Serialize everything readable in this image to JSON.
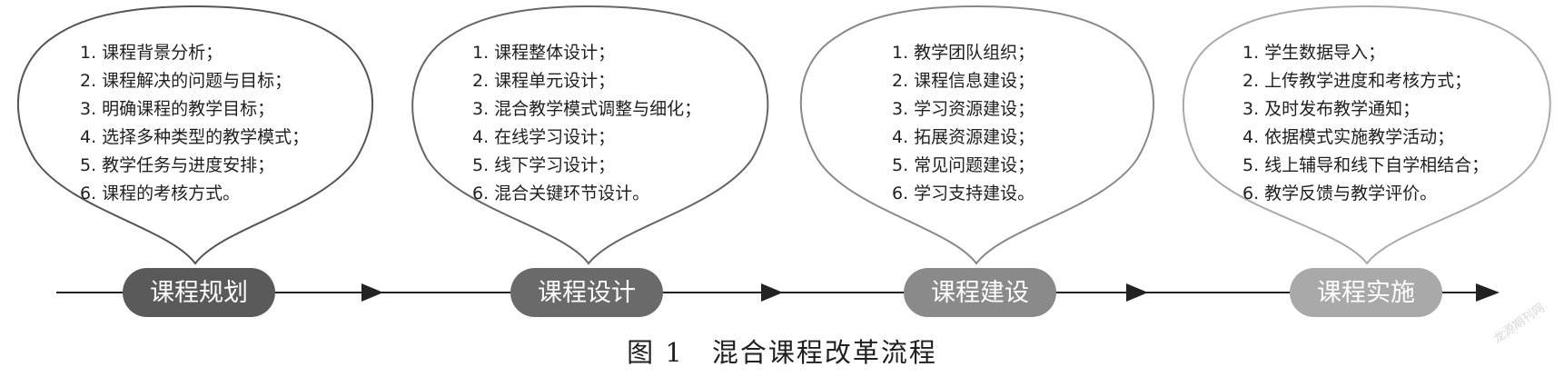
{
  "stages": [
    {
      "label": "课程规划",
      "color": "#5a5a5a",
      "items": [
        "1. 课程背景分析；",
        "2. 课程解决的问题与目标；",
        "3. 明确课程的教学目标；",
        "4. 选择多种类型的教学模式；",
        "5. 教学任务与进度安排；",
        "6. 课程的考核方式。"
      ]
    },
    {
      "label": "课程设计",
      "color": "#6a6a6a",
      "items": [
        "1. 课程整体设计；",
        "2. 课程单元设计；",
        "3. 混合教学模式调整与细化；",
        "4. 在线学习设计；",
        "5. 线下学习设计；",
        "6. 混合关键环节设计。"
      ]
    },
    {
      "label": "课程建设",
      "color": "#8a8a8a",
      "items": [
        "1. 教学团队组织；",
        "2. 课程信息建设；",
        "3. 学习资源建设；",
        "4. 拓展资源建设；",
        "5. 常见问题建设；",
        "6. 学习支持建设。"
      ]
    },
    {
      "label": "课程实施",
      "color": "#a9a9a9",
      "items": [
        "1. 学生数据导入；",
        "2. 上传教学进度和考核方式；",
        "3. 及时发布教学通知；",
        "4. 依据模式实施教学活动；",
        "5. 线上辅导和线下自学相结合；",
        "6. 教学反馈与教学评价。"
      ]
    }
  ],
  "caption": "图 1　混合课程改革流程",
  "watermark": "龙源期刊网"
}
